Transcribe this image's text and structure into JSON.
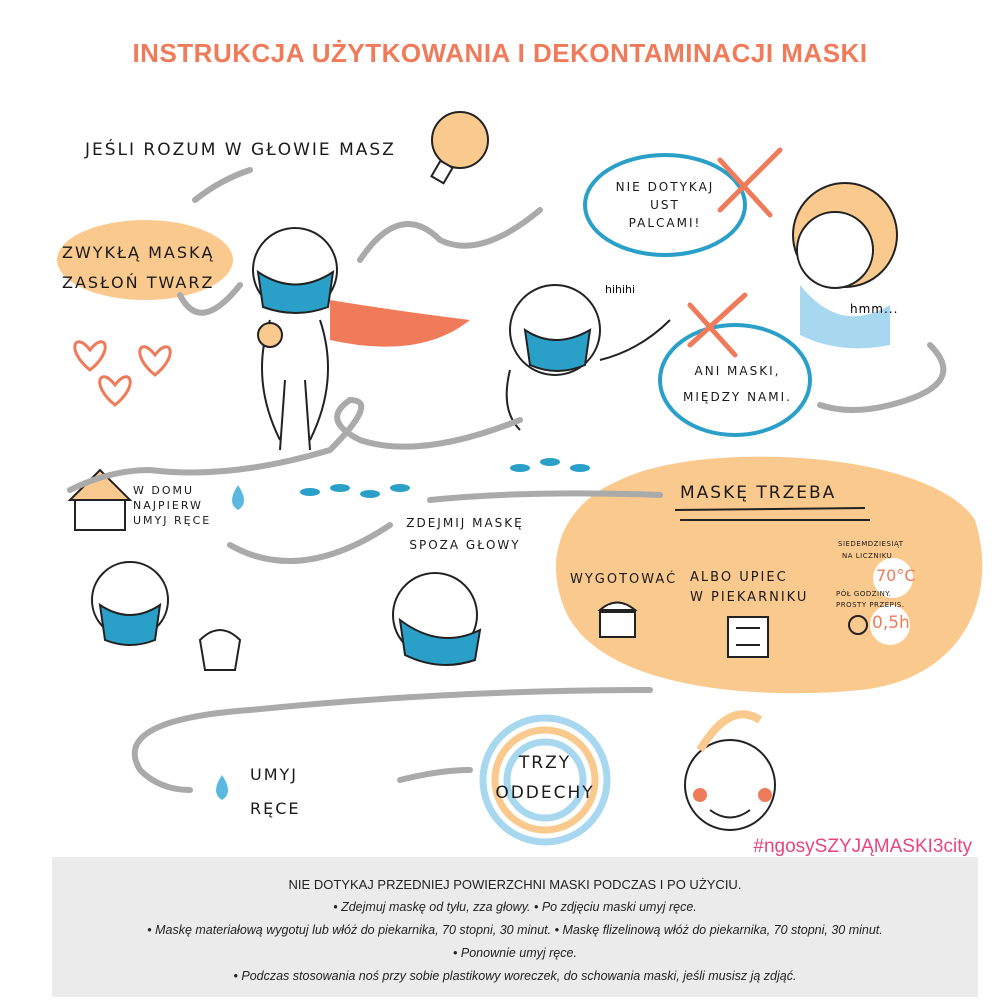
{
  "title": "INSTRUKCJA UŻYTKOWANIA I DEKONTAMINACJI MASKI",
  "bubbles": {
    "brain": "JEŚLI ROZUM W GŁOWIE MASZ",
    "cover_line1": "ZWYKŁĄ MASKĄ",
    "cover_line2": "ZASŁOŃ TWARZ",
    "no_touch_line1": "NIE DOTYKAJ",
    "no_touch_line2": "UST",
    "no_touch_line3": "PALCAMI!",
    "hmm": "hmm...",
    "hihi": "hihihi",
    "no_share_line1": "ANI MASKI,",
    "no_share_line2": "MIĘDZY NAMI.",
    "home_line1": "W DOMU",
    "home_line2": "NAJPIERW",
    "home_line3": "UMYJ RĘCE",
    "remove_line1": "ZDEJMIJ MASKĘ",
    "remove_line2": "SPOZA GŁOWY",
    "wash_line1": "UMYJ",
    "wash_line2": "RĘCE",
    "breath_line1": "TRZY",
    "breath_line2": "ODDECHY"
  },
  "decon": {
    "heading": "MASKĘ TRZEBA",
    "boil": "WYGOTOWAĆ",
    "bake_line1": "ALBO UPIEC",
    "bake_line2": "W PIEKARNIKU",
    "note_line1": "SIEDEMDZIESIĄT",
    "note_line2": "NA LICZNIKU",
    "temp": "70°C",
    "note_line3": "PÓŁ GODZINY.",
    "note_line4": "PROSTY PRZEPIS.",
    "time": "0,5h"
  },
  "hashtag": "#ngosySZYJĄMASKI3city",
  "info": {
    "heading": "NIE DOTYKAJ PRZEDNIEJ POWIERZCHNI MASKI PODCZAS I PO UŻYCIU.",
    "lines": [
      "• Zdejmuj maskę od tyłu, zza głowy.  • Po zdjęciu maski umyj ręce.",
      "• Maskę materiałową wygotuj lub włóż do piekarnika, 70 stopni, 30 minut.  •  Maskę flizelinową włóż do piekarnika, 70 stopni, 30 minut.",
      "• Ponownie umyj ręce.",
      "• Podczas stosowania noś przy sobie plastikowy woreczek, do schowania maski, jeśli musisz ją zdjąć."
    ]
  },
  "colors": {
    "title": "#ef7b5a",
    "orange": "#fac98d",
    "blue": "#2aa0c8",
    "pink": "#e8457e",
    "gray": "#ebebeb"
  }
}
